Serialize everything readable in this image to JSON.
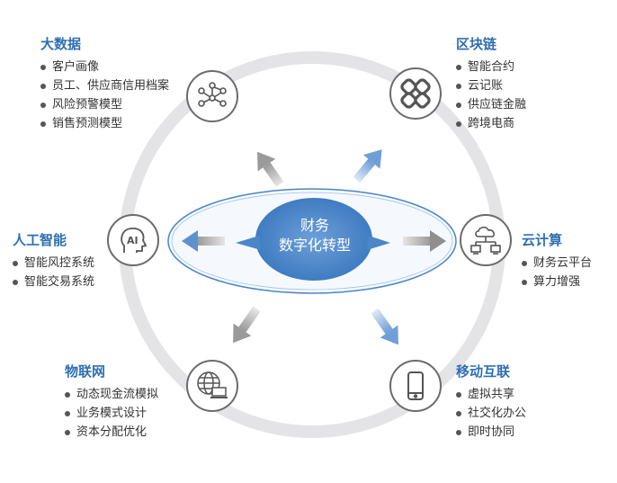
{
  "center": {
    "line1": "财务",
    "line2": "数字化转型"
  },
  "groups": {
    "big_data": {
      "title": "大数据",
      "items": [
        "客户画像",
        "员工、供应商信用档案",
        "风险预警模型",
        "销售预测模型"
      ]
    },
    "blockchain": {
      "title": "区块链",
      "items": [
        "智能合约",
        "云记账",
        "供应链金融",
        "跨境电商"
      ]
    },
    "ai": {
      "title": "人工智能",
      "items": [
        "智能风控系统",
        "智能交易系统"
      ]
    },
    "cloud": {
      "title": "云计算",
      "items": [
        "财务云平台",
        "算力增强"
      ]
    },
    "iot": {
      "title": "物联网",
      "items": [
        "动态现金流模拟",
        "业务模式设计",
        "资本分配优化"
      ]
    },
    "mobile": {
      "title": "移动互联",
      "items": [
        "虚拟共享",
        "社交化办公",
        "即时协同"
      ]
    }
  },
  "icons": {
    "big_data": "network-nodes-icon",
    "blockchain": "chain-links-icon",
    "ai": "ai-head-icon",
    "cloud": "cloud-network-icon",
    "iot": "globe-laptop-icon",
    "mobile": "smartphone-icon"
  },
  "colors": {
    "title": "#2f6fb3",
    "center_fill": "#4a86c8",
    "ellipse_stroke": "#4a86c8",
    "ring": "#e4e4e6",
    "icon_stroke": "#555555"
  }
}
